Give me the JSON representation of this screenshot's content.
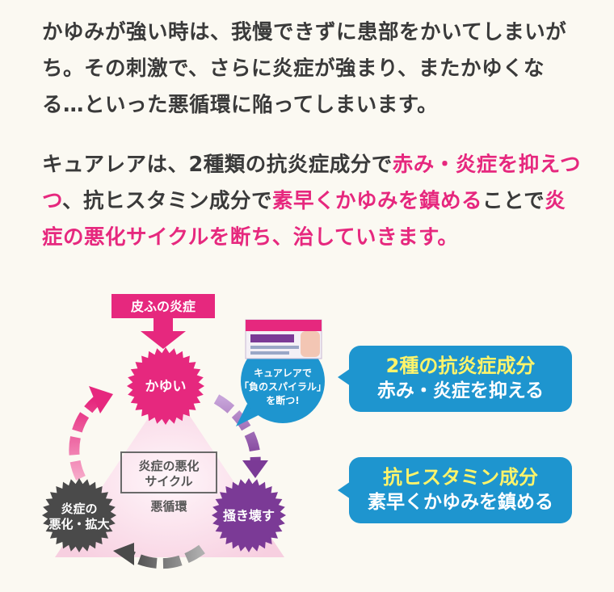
{
  "paragraph1": "かゆみが強い時は、我慢できずに患部をかいてしまいがち。その刺激で、さらに炎症が強まり、またかゆくなる…といった悪循環に陥ってしまいます。",
  "paragraph2": {
    "seg1": "キュアレアは、2種類の抗炎症成分で",
    "seg2": "赤み・炎症を抑えつつ",
    "seg3": "、抗ヒスタミン成分で",
    "seg4": "素早くかゆみを鎮める",
    "seg5": "ことで",
    "seg6": "炎症の悪化サイクルを断ち、治していきます。"
  },
  "diagram": {
    "trigger_label": "皮ふの炎症",
    "node_itch": "かゆい",
    "node_scratch": "掻き壊す",
    "node_worsen_line1": "炎症の",
    "node_worsen_line2": "悪化・拡大",
    "center_box_line1": "炎症の悪化",
    "center_box_line2": "サイクル",
    "center_caption": "悪循環",
    "bubble_line1": "キュアレアで",
    "bubble_line2": "「負のスパイラル」",
    "bubble_line3": "を断つ!"
  },
  "callouts": [
    {
      "title": "2種の抗炎症成分",
      "text": "赤み・炎症を抑える"
    },
    {
      "title": "抗ヒスタミン成分",
      "text": "素早くかゆみを鎮める"
    }
  ],
  "colors": {
    "pink": "#e6287e",
    "purple": "#7b3a96",
    "dark": "#4a4a4a",
    "blue": "#1e95cf",
    "yellow": "#fff46a"
  }
}
